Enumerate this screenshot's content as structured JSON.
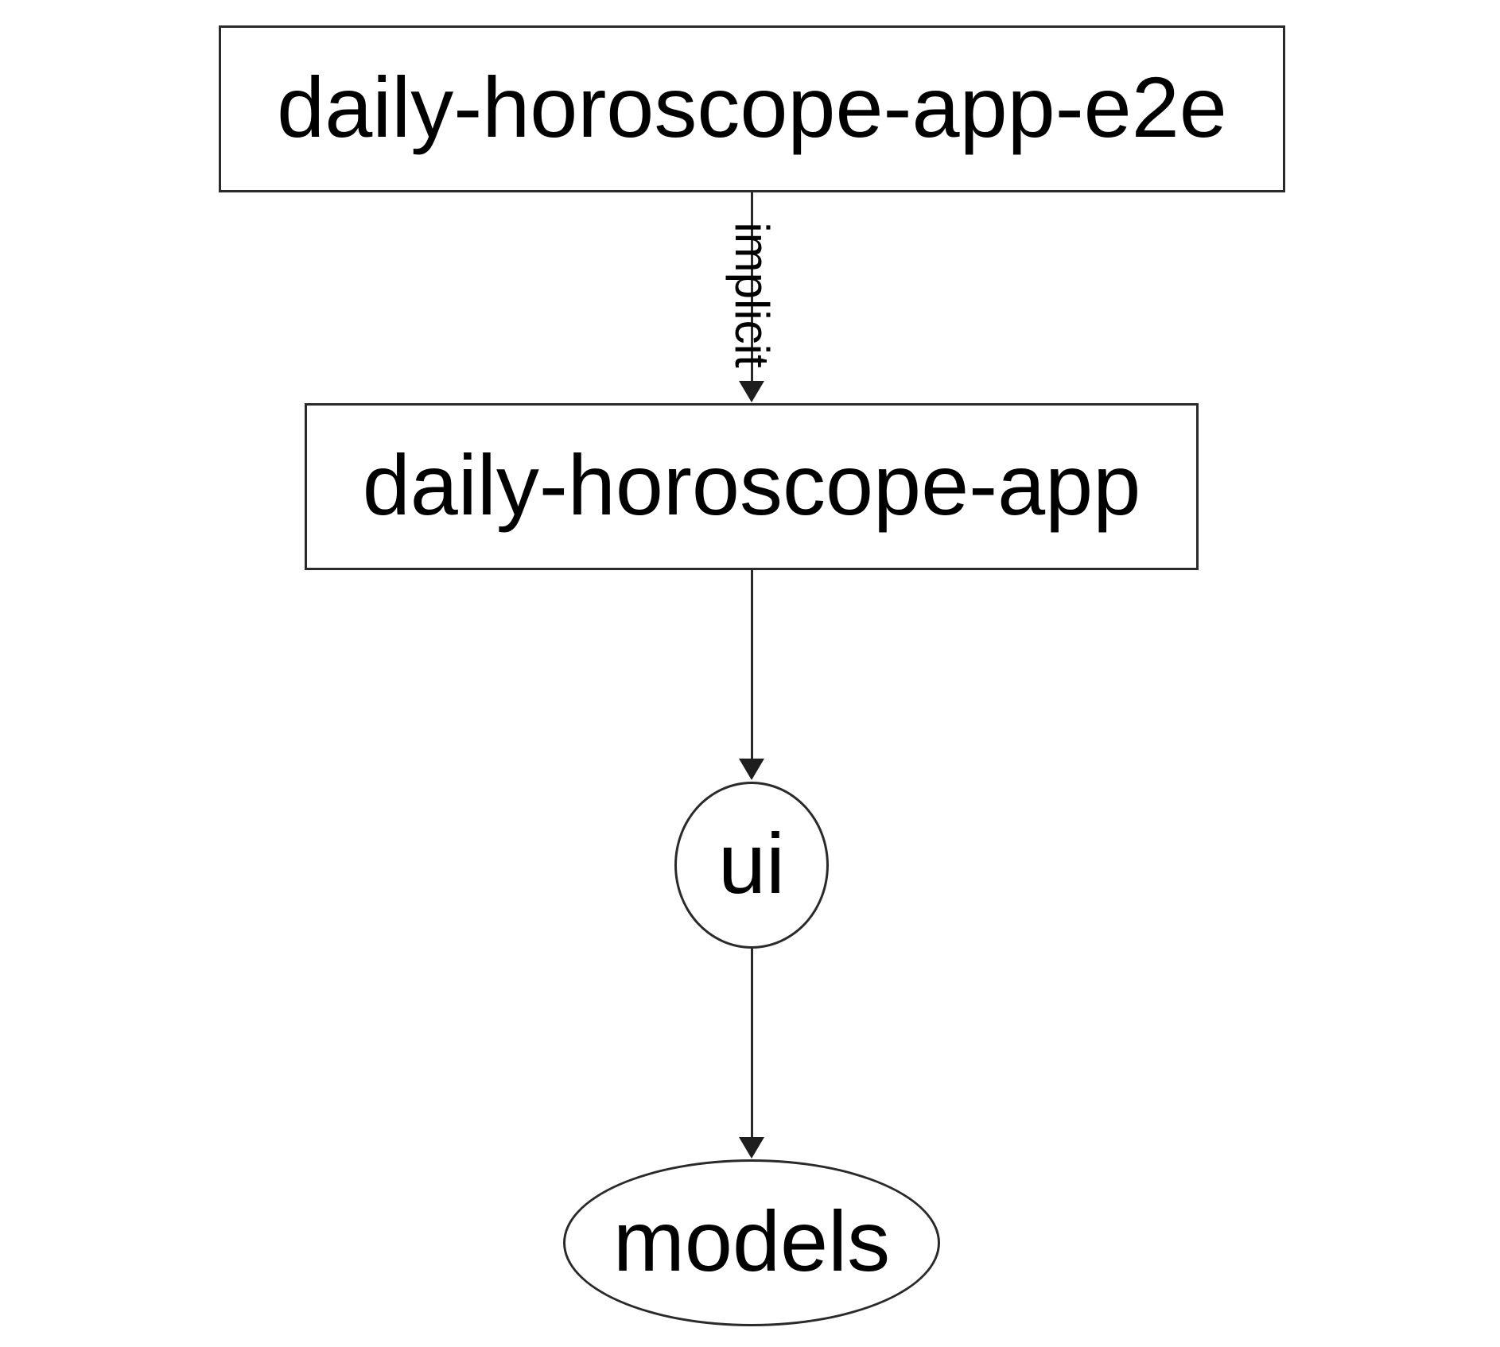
{
  "graph": {
    "colors": {
      "background": "#ffffff",
      "stroke": "#2a2a2a",
      "text": "#000000"
    },
    "nodes": [
      {
        "id": "daily-horoscope-app-e2e",
        "label": "daily-horoscope-app-e2e",
        "shape": "rect"
      },
      {
        "id": "daily-horoscope-app",
        "label": "daily-horoscope-app",
        "shape": "rect"
      },
      {
        "id": "ui",
        "label": "ui",
        "shape": "ellipse"
      },
      {
        "id": "models",
        "label": "models",
        "shape": "ellipse"
      }
    ],
    "edges": [
      {
        "from": "daily-horoscope-app-e2e",
        "to": "daily-horoscope-app",
        "label": "implicit"
      },
      {
        "from": "daily-horoscope-app",
        "to": "ui",
        "label": ""
      },
      {
        "from": "ui",
        "to": "models",
        "label": ""
      }
    ]
  }
}
